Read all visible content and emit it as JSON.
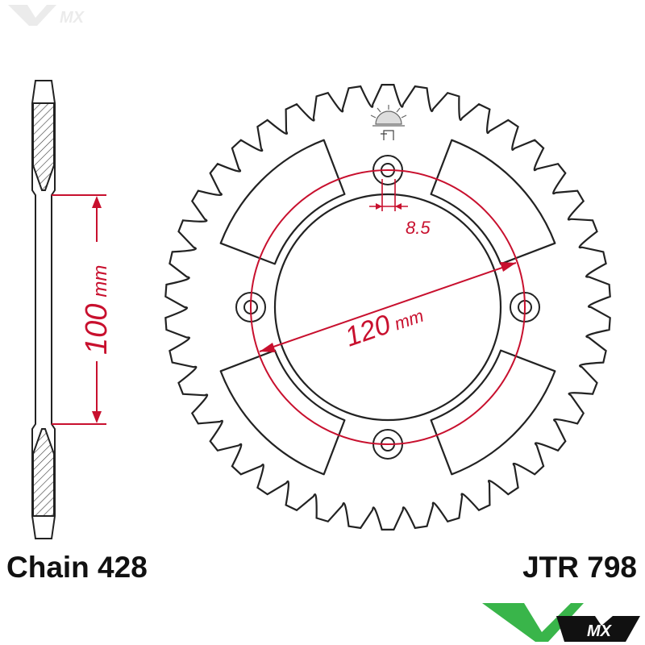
{
  "diagram": {
    "chain_label": "Chain 428",
    "part_number": "JTR 798",
    "dimensions": {
      "side_height_value": "100",
      "side_height_unit": "mm",
      "bolt_circle_value": "120",
      "bolt_circle_unit": "mm",
      "bolt_hole_value": "8.5"
    },
    "sprocket": {
      "teeth": 42,
      "bolt_holes": 4
    },
    "colors": {
      "outline": "#222222",
      "dimension": "#c8102e",
      "logo_green": "#39b54a",
      "logo_black": "#111111"
    },
    "icons": {
      "brand_logo": "v-mx-logo",
      "brand_watermark": "v-mx-watermark",
      "manufacturer_mark": "jt-sunrise-mark"
    }
  }
}
